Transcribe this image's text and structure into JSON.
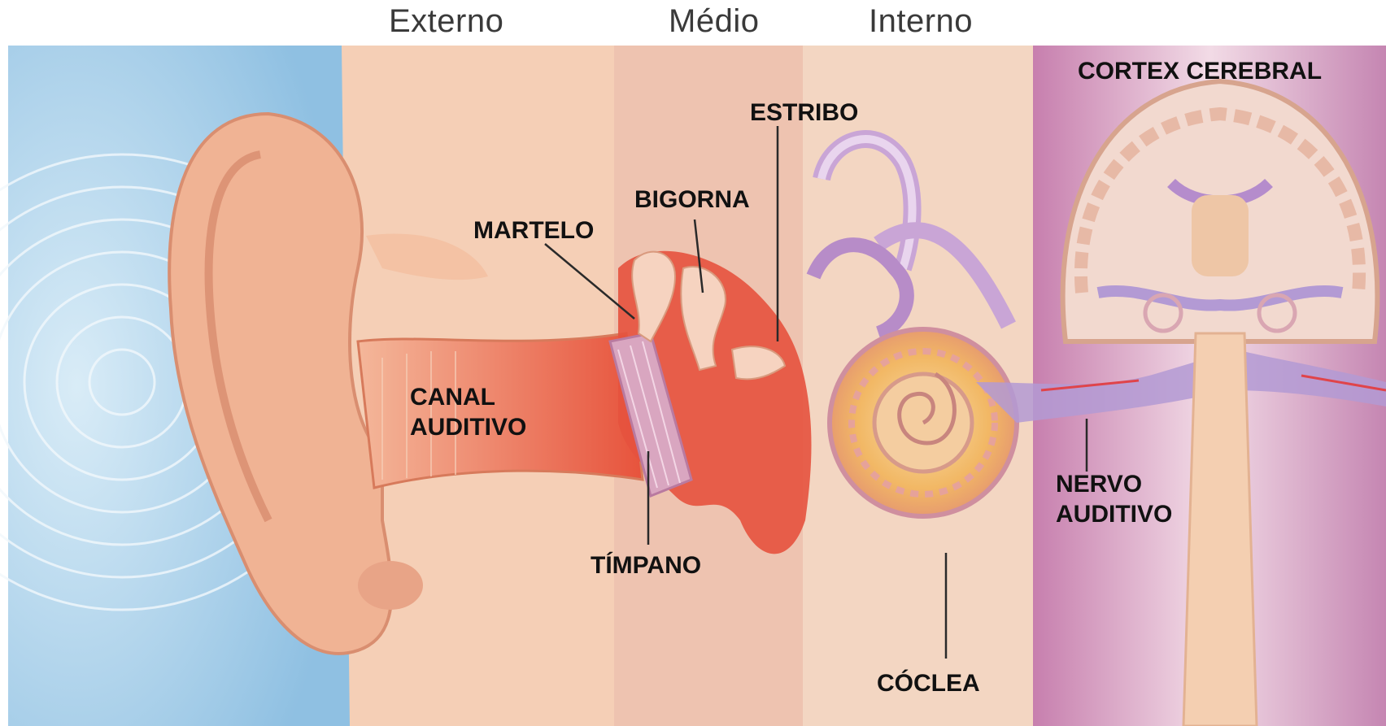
{
  "regions": {
    "externo": "Externo",
    "medio": "Médio",
    "interno": "Interno"
  },
  "labels": {
    "cortex": "CORTEX CEREBRAL",
    "estribo": "ESTRIBO",
    "bigorna": "BIGORNA",
    "martelo": "MARTELO",
    "canal_line1": "CANAL",
    "canal_line2": "AUDITIVO",
    "timpano": "TÍMPANO",
    "coclea": "CÓCLEA",
    "nervo_line1": "NERVO",
    "nervo_line2": "AUDITIVO"
  },
  "colors": {
    "band_outer": "#f6dcc8",
    "band_middle": "#eec3b0",
    "band_inner": "#f3d6c2",
    "band_brain": "#c98bb4",
    "sound_waves": "#8fc0e2",
    "flesh": "#efa98a",
    "tissue_red": "#e5523e",
    "cochlea": "#f0b56a",
    "nerve": "#b39ad4"
  }
}
